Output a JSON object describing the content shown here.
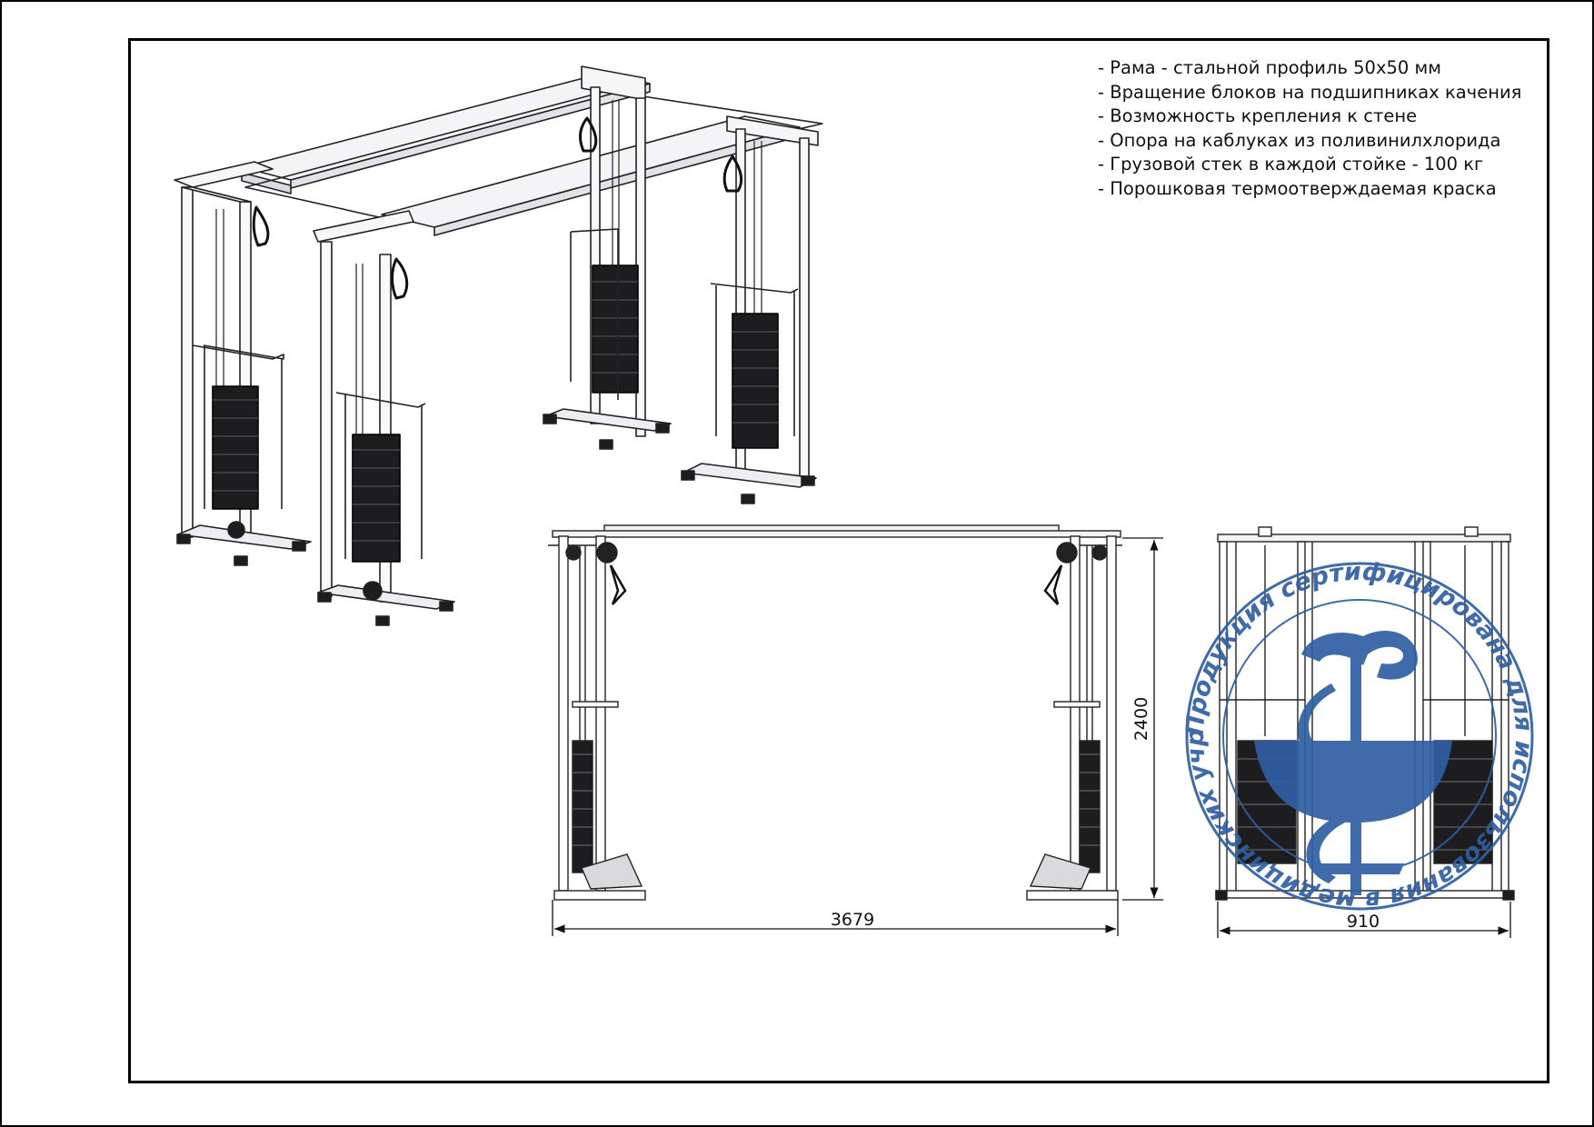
{
  "specs": [
    "- Рама - стальной профиль 50х50 мм",
    "- Вращение блоков на подшипниках качения",
    "- Возможность крепления к стене",
    "- Опора на каблуках из поливинилхлорида",
    "- Грузовой стек в каждой стойке - 100 кг",
    "- Порошковая термоотверждаемая краска"
  ],
  "dimensions": {
    "width": "3679",
    "height": "2400",
    "depth": "910"
  },
  "stamp": {
    "text": "Продукция сертифицирована для использования в медицинских учреждениях",
    "color": "#2f5fa3",
    "emblem": "bowl-of-hygieia-icon"
  }
}
